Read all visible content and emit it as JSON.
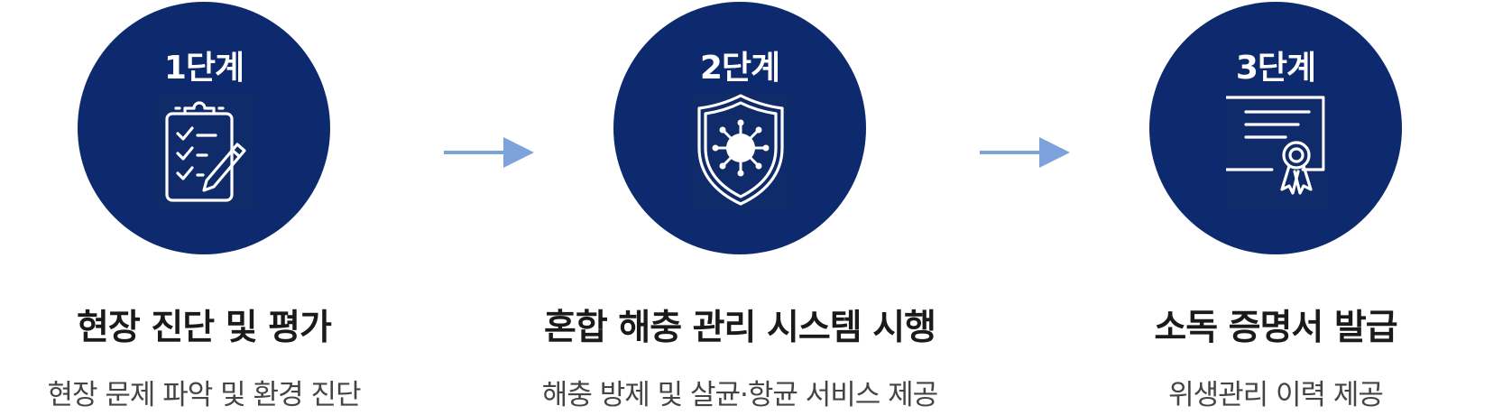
{
  "colors": {
    "circle": "#0d2a6e",
    "arrow": "#7ea3dc",
    "title": "#1a1a1a",
    "description": "#444444"
  },
  "steps": [
    {
      "label": "1단계",
      "icon": "clipboard-checklist-icon",
      "title": "현장 진단 및 평가",
      "description": "현장 문제 파악 및 환경 진단"
    },
    {
      "label": "2단계",
      "icon": "shield-virus-icon",
      "title": "혼합 해충 관리 시스템 시행",
      "description": "해충 방제 및 살균·항균 서비스 제공"
    },
    {
      "label": "3단계",
      "icon": "certificate-icon",
      "title": "소독 증명서 발급",
      "description": "위생관리 이력 제공"
    }
  ]
}
